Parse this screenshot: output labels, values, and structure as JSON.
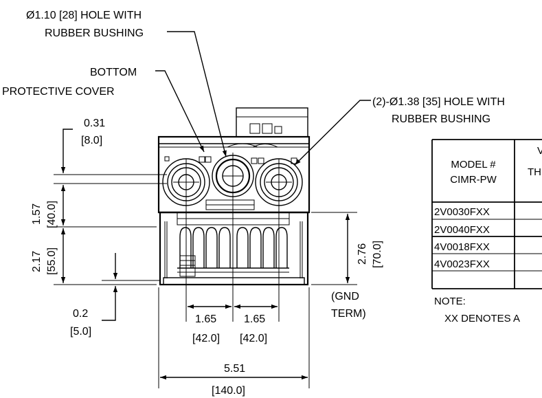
{
  "callouts": {
    "hole_small_line1": "Ø1.10 [28] HOLE WITH",
    "hole_small_line2": "RUBBER BUSHING",
    "bottom_cover_line1": "BOTTOM",
    "bottom_cover_line2": "PROTECTIVE COVER",
    "hole_large_line1": "(2)-Ø1.38 [35] HOLE WITH",
    "hole_large_line2": "RUBBER BUSHING",
    "gnd_line1": "(GND",
    "gnd_line2": "TERM)"
  },
  "dimensions": {
    "top_offset_in": "0.31",
    "top_offset_mm": "[8.0]",
    "upper_height_in": "1.57",
    "upper_height_mm": "[40.0]",
    "lower_height_in": "2.17",
    "lower_height_mm": "[55.0]",
    "bottom_offset_in": "0.2",
    "bottom_offset_mm": "[5.0]",
    "right_height_in": "2.76",
    "right_height_mm": "[70.0]",
    "hole_pitch_left_in": "1.65",
    "hole_pitch_left_mm": "[42.0]",
    "hole_pitch_right_in": "1.65",
    "hole_pitch_right_mm": "[42.0]",
    "width_in": "5.51",
    "width_mm": "[140.0]"
  },
  "table": {
    "header_col1_line1": "MODEL #",
    "header_col1_line2": "CIMR-PW",
    "header_col2_line1": "V",
    "header_col2_line2": "TH",
    "rows": [
      "2V0030FXX",
      "2V0040FXX",
      "4V0018FXX",
      "4V0023FXX"
    ]
  },
  "note": {
    "title": "NOTE:",
    "text": "XX DENOTES A"
  }
}
